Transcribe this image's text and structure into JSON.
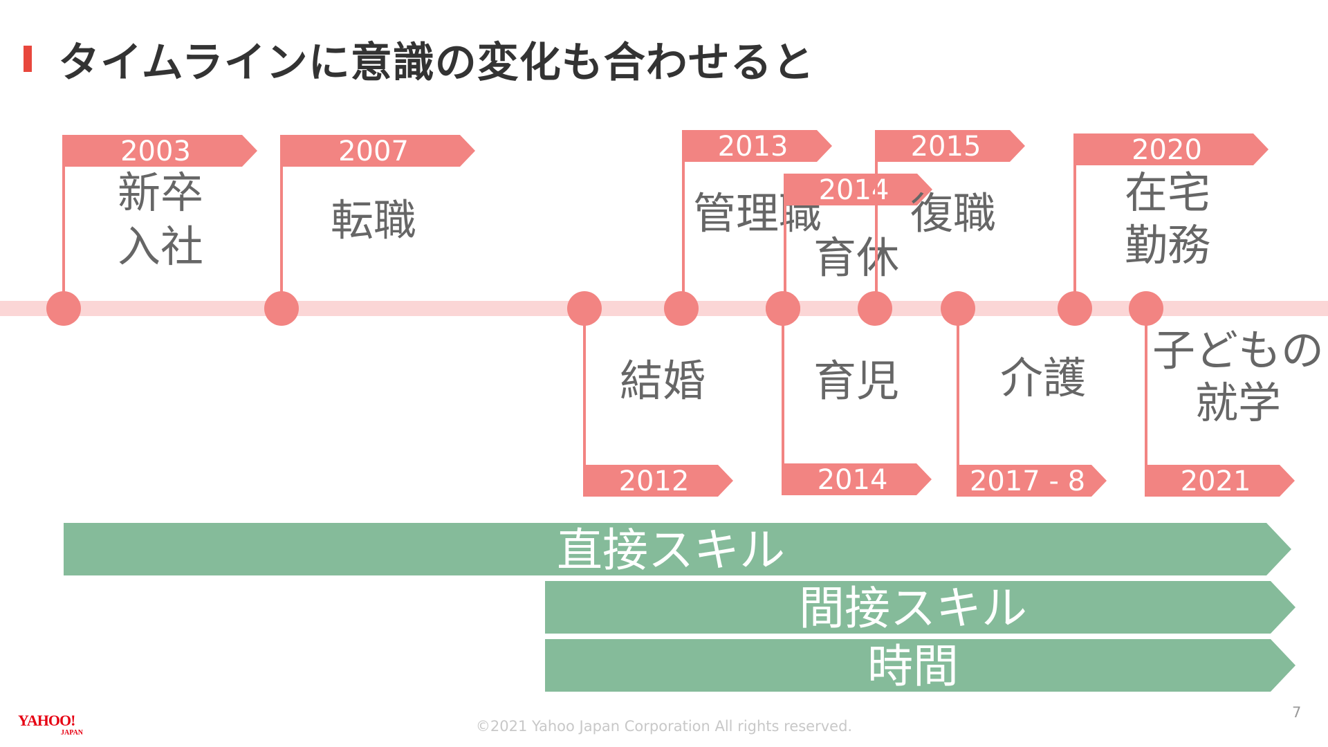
{
  "title": "タイムラインに意識の変化も合わせると",
  "colors": {
    "accent": "#e8473d",
    "timeline": "#fbd6d6",
    "marker": "#f28482",
    "band": "#85bb9a",
    "text": "#666666"
  },
  "events": [
    {
      "id": "2003",
      "year": "2003",
      "label_lines": [
        "新卒",
        "入社"
      ],
      "side": "up"
    },
    {
      "id": "2007",
      "year": "2007",
      "label_lines": [
        "転職"
      ],
      "side": "up"
    },
    {
      "id": "2012",
      "year": "2012",
      "label_lines": [
        "結婚"
      ],
      "side": "down"
    },
    {
      "id": "2013",
      "year": "2013",
      "label_lines": [
        "管理職"
      ],
      "side": "up"
    },
    {
      "id": "2014a",
      "year": "2014",
      "label_lines": [
        "育休"
      ],
      "side": "up"
    },
    {
      "id": "2014b",
      "year": "2014",
      "label_lines": [
        "育児"
      ],
      "side": "down"
    },
    {
      "id": "2015",
      "year": "2015",
      "label_lines": [
        "復職"
      ],
      "side": "up"
    },
    {
      "id": "2017",
      "year": "2017 - 8",
      "label_lines": [
        "介護"
      ],
      "side": "down"
    },
    {
      "id": "2020",
      "year": "2020",
      "label_lines": [
        "在宅",
        "勤務"
      ],
      "side": "up"
    },
    {
      "id": "2021",
      "year": "2021",
      "label_lines": [
        "子どもの",
        "就学"
      ],
      "side": "down"
    }
  ],
  "bands": [
    {
      "id": "direct",
      "label": "直接スキル"
    },
    {
      "id": "indirect",
      "label": "間接スキル"
    },
    {
      "id": "time",
      "label": "時間"
    }
  ],
  "footer": {
    "copyright": "©2021 Yahoo Japan Corporation All rights reserved.",
    "page_number": "7",
    "logo_text": "YAHOO!",
    "logo_subtext": "JAPAN"
  }
}
